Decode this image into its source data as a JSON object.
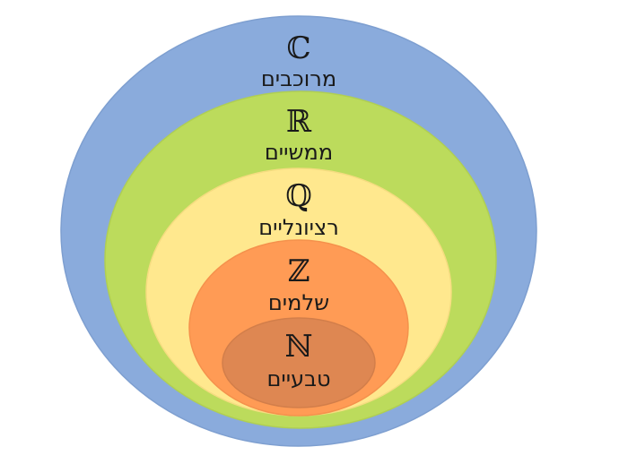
{
  "sets": [
    {
      "symbol": "ℂ",
      "name": "מרוכבים",
      "color": "#8aabdc",
      "stroke": "#7e9fd0"
    },
    {
      "symbol": "ℝ",
      "name": "ממשיים",
      "color": "#bcdb5c",
      "stroke": "#b0cf52"
    },
    {
      "symbol": "ℚ",
      "name": "רציונליים",
      "color": "#ffe88e",
      "stroke": "#f5dc80"
    },
    {
      "symbol": "ℤ",
      "name": "שלמים",
      "color": "#ff9b55",
      "stroke": "#f5914c"
    },
    {
      "symbol": "ℕ",
      "name": "טבעיים",
      "color": "#de8752",
      "stroke": "#d27e4a"
    }
  ]
}
